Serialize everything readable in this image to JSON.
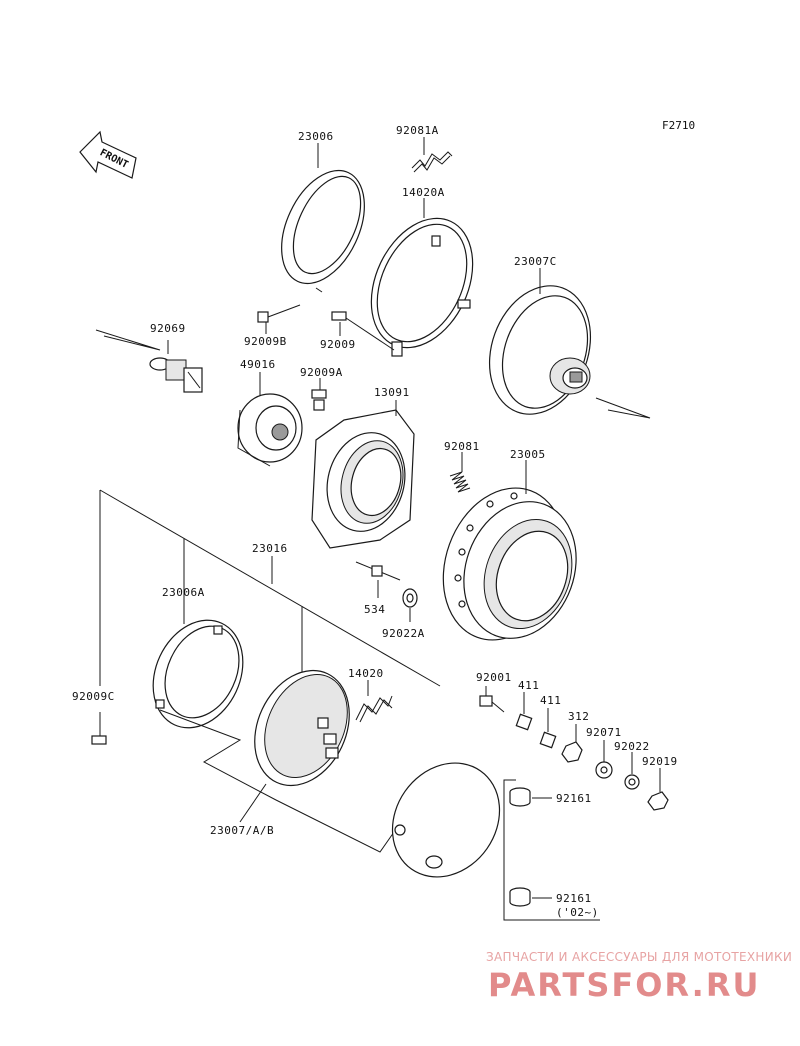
{
  "figure_code": "F2710",
  "front_arrow_label": "FRONT",
  "parts": {
    "p23006": "23006",
    "p92081a": "92081A",
    "p14020a": "14020A",
    "p23007c": "23007C",
    "p92069": "92069",
    "p92009b": "92009B",
    "p92009": "92009",
    "p49016": "49016",
    "p92009a": "92009A",
    "p13091": "13091",
    "p92081": "92081",
    "p23005": "23005",
    "p23016": "23016",
    "p23006a": "23006A",
    "p534": "534",
    "p92022a": "92022A",
    "p92009c": "92009C",
    "p14020": "14020",
    "p92001": "92001",
    "p411a": "411",
    "p411b": "411",
    "p312": "312",
    "p92071": "92071",
    "p92022": "92022",
    "p92019": "92019",
    "p92161a": "92161",
    "p92161b": "92161",
    "p92161b_note": "('02~)",
    "p23007abc": "23007/A/B"
  },
  "watermark": {
    "tagline": "ЗАПЧАСТИ И АКСЕССУАРЫ ДЛЯ МОТОТЕХНИКИ",
    "logo": "PARTSFOR.RU"
  },
  "colors": {
    "line": "#1a1a1a",
    "shade": "#e6e6e6",
    "watermark": "#e28b8b"
  }
}
